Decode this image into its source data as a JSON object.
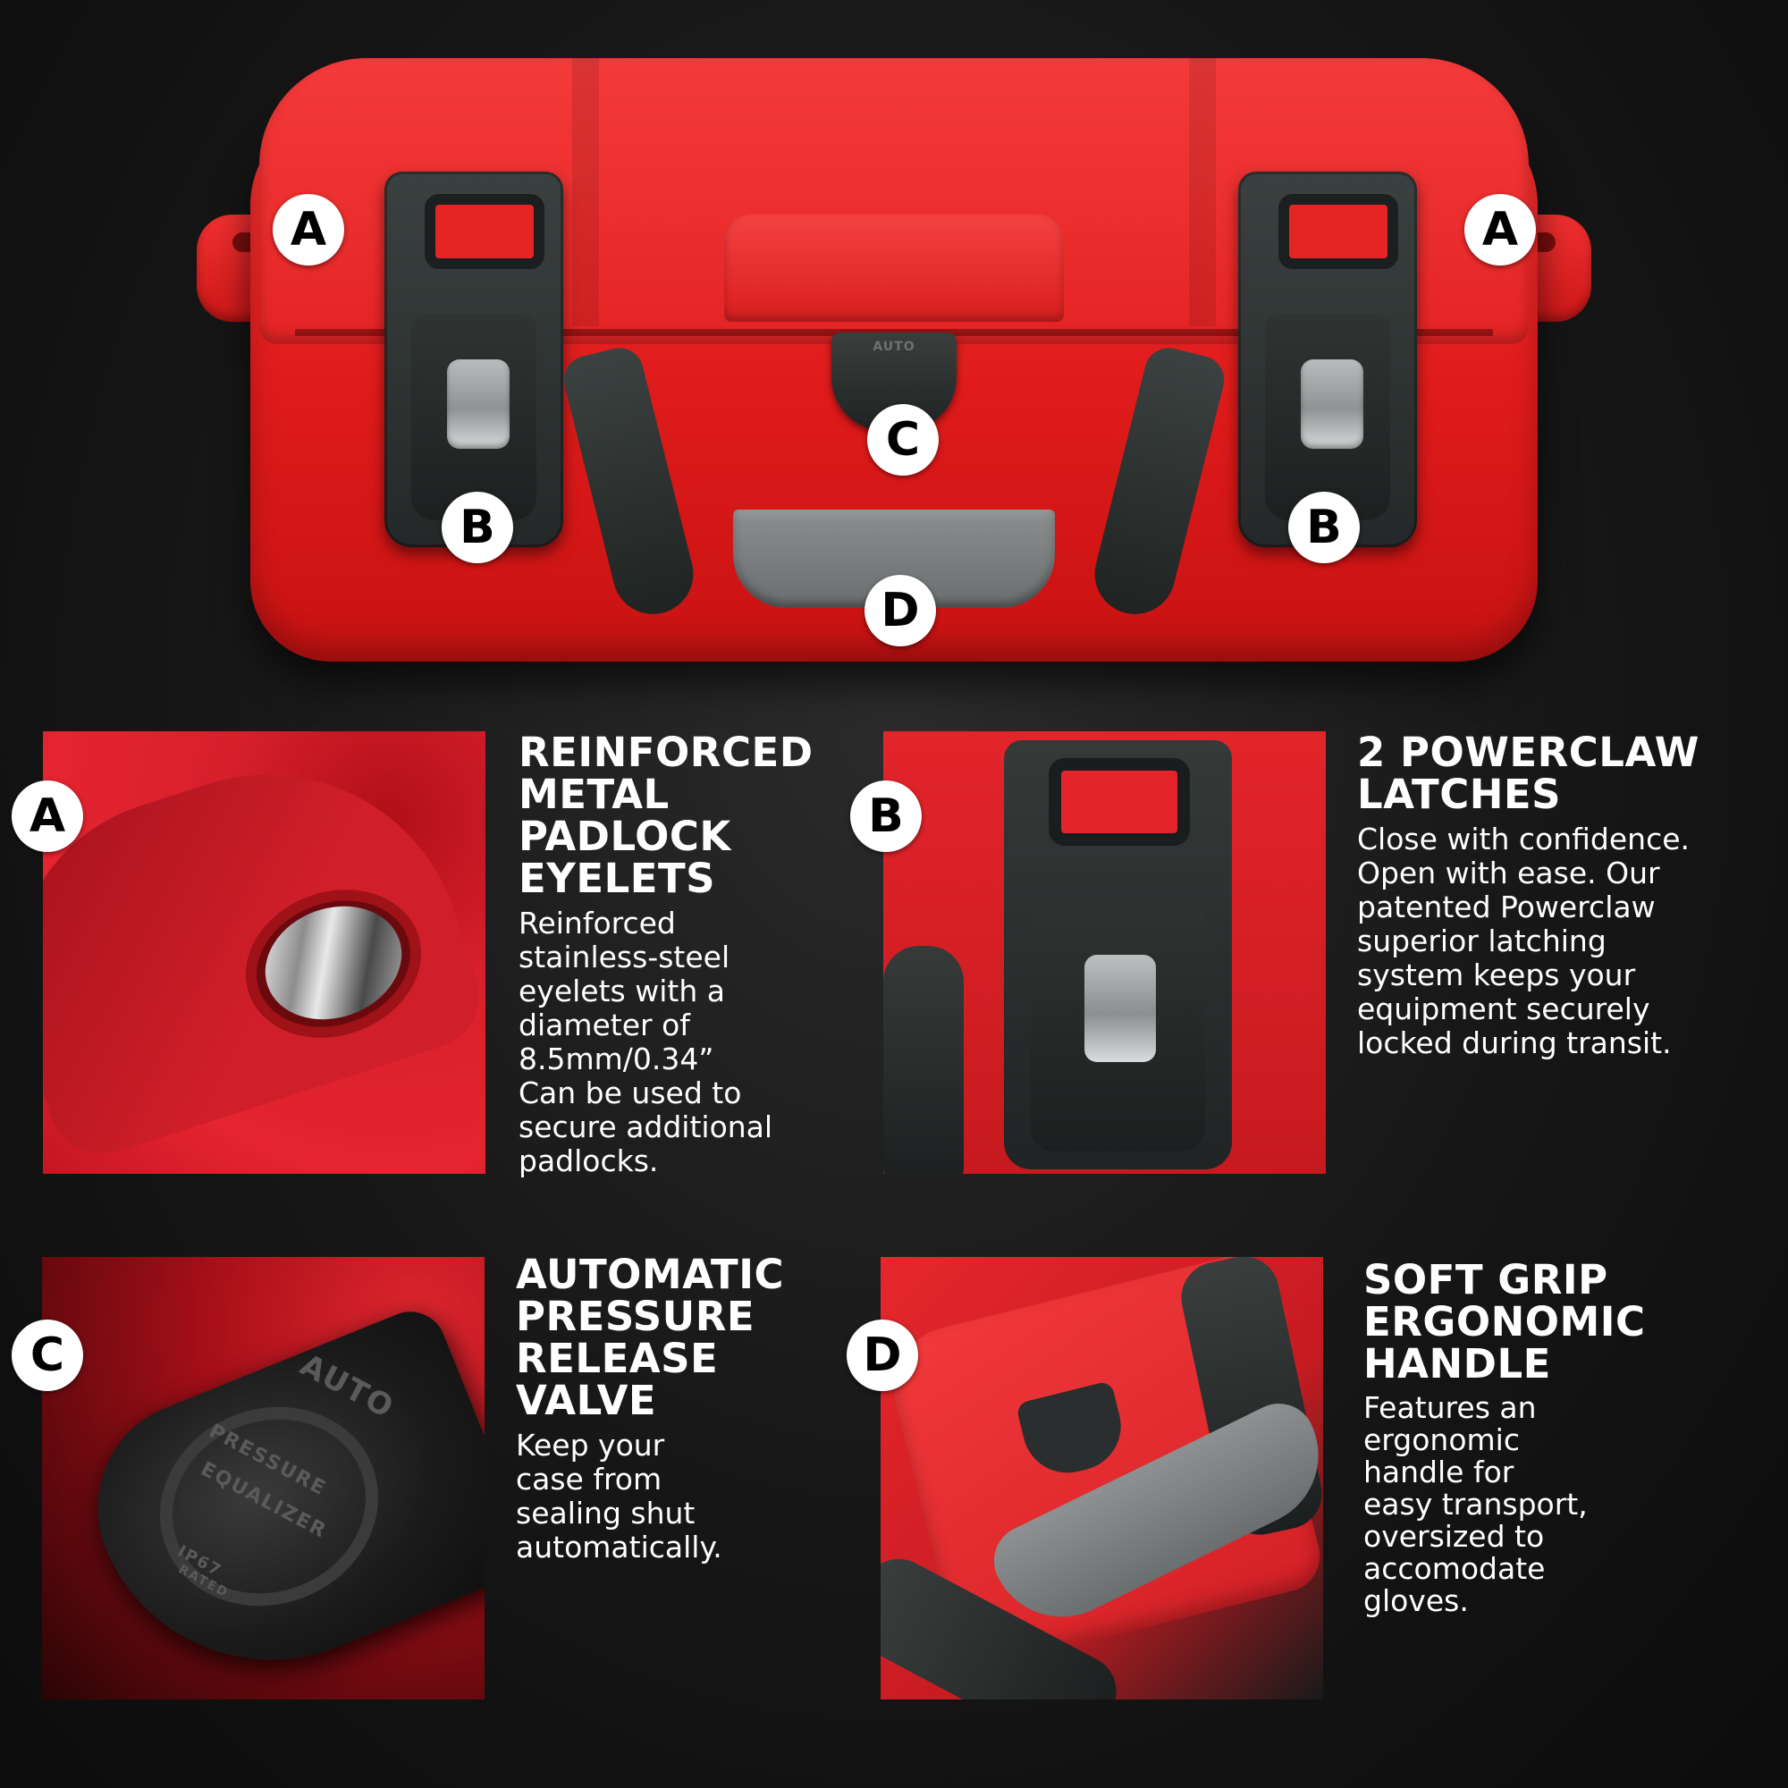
{
  "badges": {
    "a": "A",
    "b": "B",
    "c": "C",
    "d": "D"
  },
  "hero": {
    "valve_label": "AUTO"
  },
  "features": [
    {
      "badge": "A",
      "title": "REINFORCED\nMETAL\nPADLOCK\nEYELETS",
      "body": "Reinforced\nstainless-steel\neyelets with a\ndiameter of\n8.5mm/0.34”\nCan be used to\nsecure additional\npadlocks."
    },
    {
      "badge": "B",
      "title": "2 POWERCLAW\nLATCHES",
      "body": "Close with confidence.\nOpen with ease. Our\npatented Powerclaw\nsuperior latching\nsystem keeps your\nequipment securely\nlocked during transit."
    },
    {
      "badge": "C",
      "title": "AUTOMATIC\nPRESSURE\nRELEASE\nVALVE",
      "body": "Keep your\ncase from\nsealing shut\nautomatically.",
      "photo_labels": [
        "AUTO",
        "PRESSURE",
        "EQUALIZER",
        "IP67",
        "RATED"
      ]
    },
    {
      "badge": "D",
      "title": "SOFT GRIP\nERGONOMIC\nHANDLE",
      "body": "Features an\nergonomic\nhandle for\neasy transport,\noversized to\naccomodate\ngloves."
    }
  ],
  "colors": {
    "case_red": "#e52424",
    "latch_dark": "#2a2e2e",
    "grip_gray": "#7a7e7f",
    "background": "#161616",
    "badge_bg": "#ffffff"
  }
}
